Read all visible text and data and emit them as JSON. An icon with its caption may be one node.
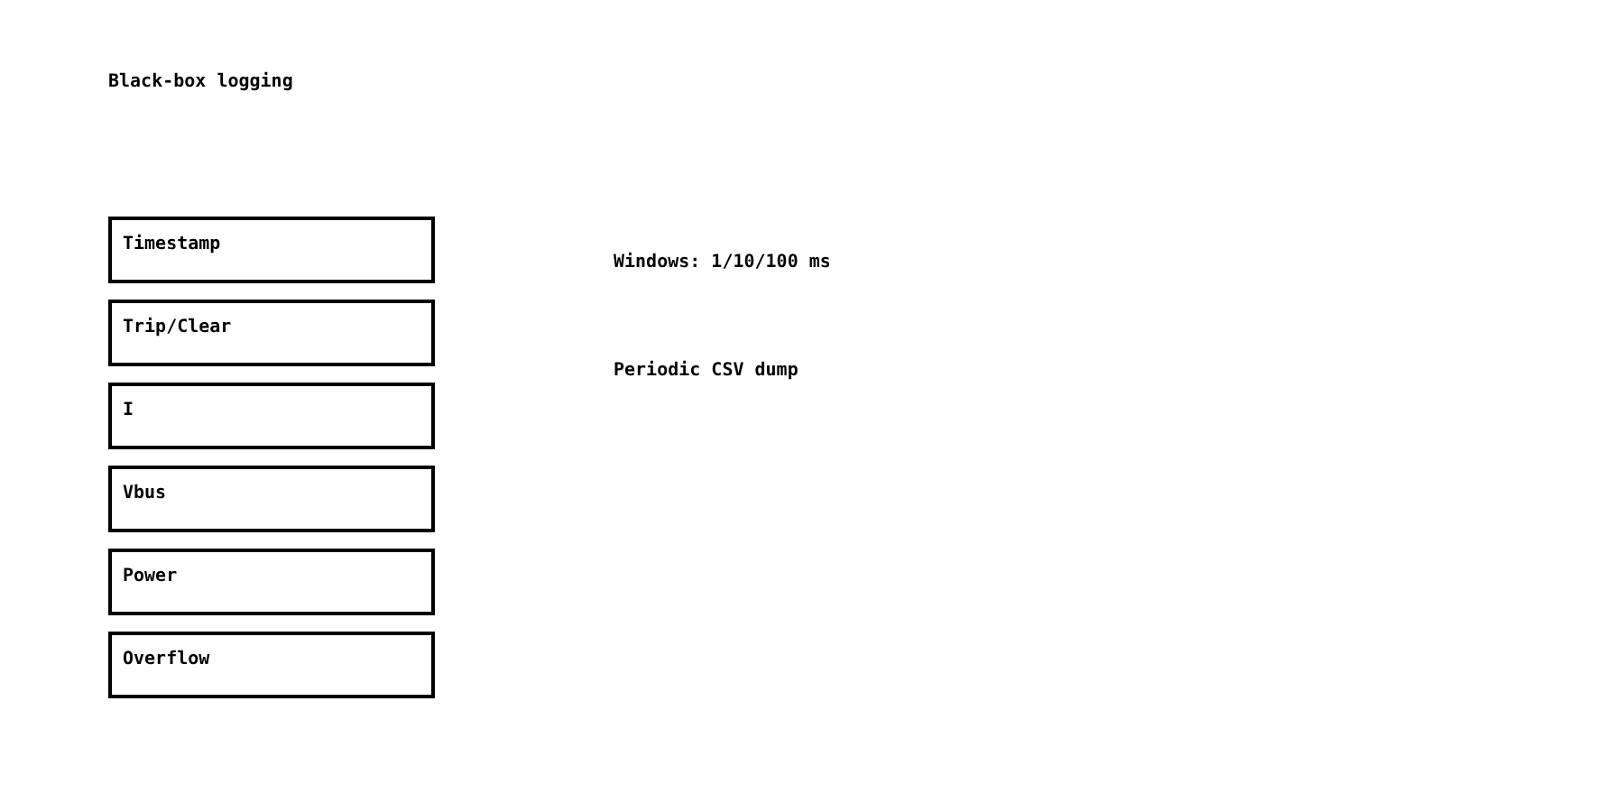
{
  "diagram": {
    "title": "Black-box logging",
    "nodes": [
      {
        "text": [
          "Timestamp"
        ]
      },
      {
        "text": [
          "Trip/Clear"
        ]
      },
      {
        "text": [
          "I"
        ]
      },
      {
        "text": [
          "Vbus"
        ]
      },
      {
        "text": [
          "Power"
        ]
      },
      {
        "text": [
          "Overflow"
        ]
      }
    ],
    "labels": [
      "Windows: 1/10/100 ms",
      "Periodic CSV dump"
    ]
  }
}
